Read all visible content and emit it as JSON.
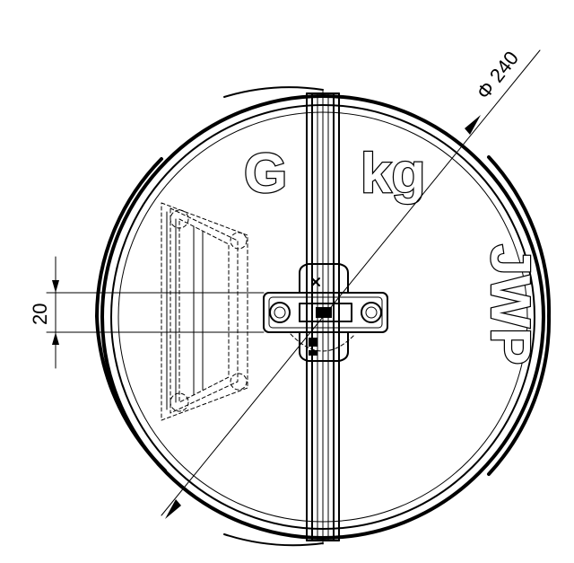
{
  "drawing": {
    "dimension_diameter": "Φ 240",
    "dimension_hinge": "20",
    "mark_left": "G",
    "mark_right": "kg",
    "logo_text": "JWP"
  }
}
